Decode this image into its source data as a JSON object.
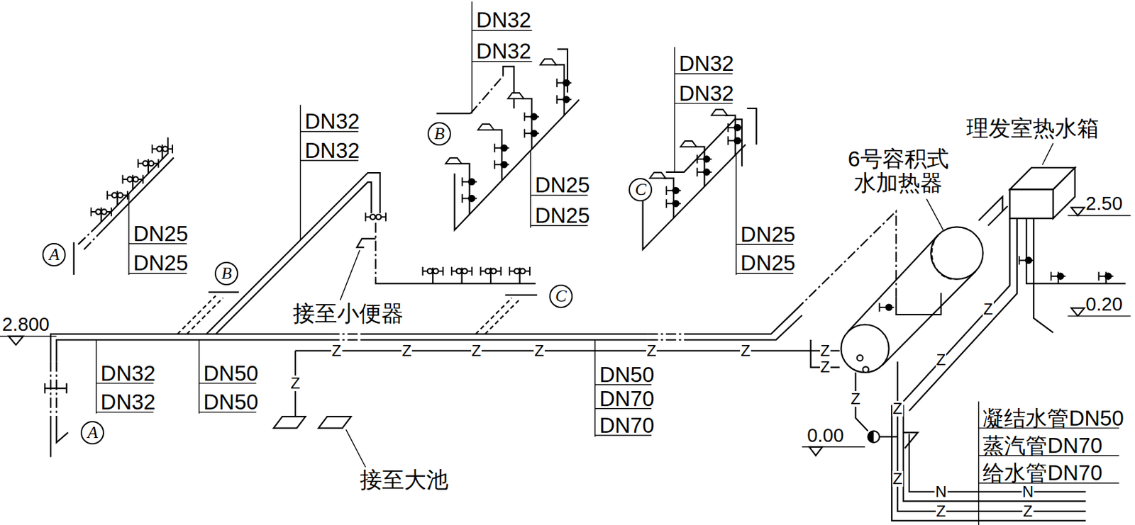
{
  "diagram": {
    "nodes": [
      {
        "text": [
          "B"
        ]
      },
      {
        "text": [
          "C"
        ]
      },
      {
        "text": [
          "A"
        ]
      },
      {
        "text": [
          "B"
        ]
      },
      {
        "text": [
          "C"
        ]
      },
      {
        "text": [
          "A"
        ]
      }
    ],
    "labels": [
      "DN32",
      "DN32",
      "DN32",
      "DN32",
      "理发室热水箱",
      "DN32",
      "DN32",
      "6号容积式 水加热器",
      "DN25",
      "DN25",
      "2.50",
      "DN25",
      "DN25",
      "DN25",
      "DN25",
      "0.20",
      "接至小便器",
      "2.800",
      "Z",
      "Z",
      "Z",
      "Z",
      "Z",
      "Z",
      "Z",
      "Z",
      "Z",
      "Z",
      "Z",
      "DN32",
      "DN50",
      "DN50",
      "DN32",
      "DN50",
      "DN70",
      "Z",
      "Z",
      "凝结水管DN50",
      "DN70",
      "0.00",
      "蒸汽管DN70",
      "给水管DN70",
      "接至大池",
      "Z",
      "N",
      "N",
      "Z",
      "Z"
    ]
  }
}
